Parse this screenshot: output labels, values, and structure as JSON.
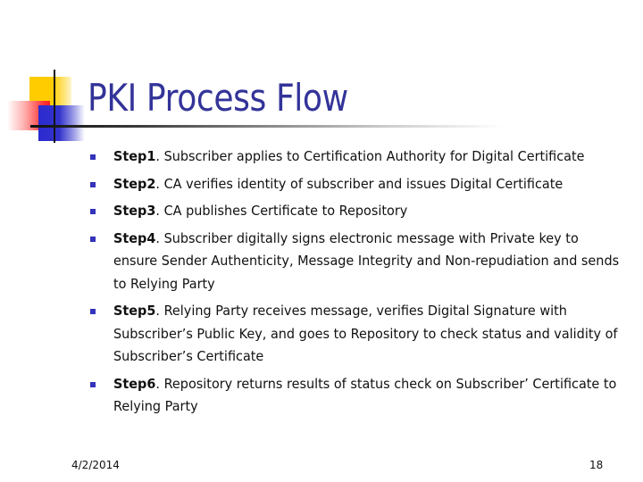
{
  "slide": {
    "title": "PKI Process Flow",
    "footer": {
      "date": "4/2/2014",
      "page_number": "18"
    },
    "colors": {
      "title": "#333399",
      "bullet": "#3333bb",
      "accent_yellow": "#ffcc00",
      "accent_red": "#ff3333",
      "accent_blue": "#3333cc"
    },
    "steps": [
      {
        "label": "Step1",
        "text": ". Subscriber applies to Certification Authority for Digital Certificate"
      },
      {
        "label": "Step2",
        "text": ". CA verifies identity of subscriber and issues Digital Certificate"
      },
      {
        "label": "Step3",
        "text": ". CA publishes Certificate to Repository"
      },
      {
        "label": "Step4",
        "text": ". Subscriber digitally signs electronic message with Private key to ensure Sender Authenticity, Message Integrity and Non-repudiation and sends to Relying Party"
      },
      {
        "label": "Step5",
        "text": ". Relying Party receives message, verifies Digital Signature with Subscriber’s Public Key, and goes to Repository to check status and validity of Subscriber’s Certificate"
      },
      {
        "label": "Step6",
        "text": ". Repository returns results of status check on Subscriber’ Certificate to Relying Party"
      }
    ]
  }
}
